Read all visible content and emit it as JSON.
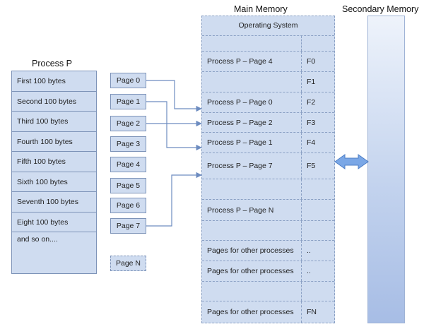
{
  "titles": {
    "process": "Process P",
    "main_memory": "Main Memory",
    "secondary_memory": "Secondary Memory"
  },
  "process_rows": [
    "First 100 bytes",
    "Second 100 bytes",
    "Third 100 bytes",
    "Fourth 100 bytes",
    "Fifth 100 bytes",
    "Sixth 100 bytes",
    "Seventh 100 bytes",
    "Eight 100 bytes",
    "and so on...."
  ],
  "pages": [
    "Page 0",
    "Page 1",
    "Page 2",
    "Page 3",
    "Page 4",
    "Page 5",
    "Page 6",
    "Page 7",
    "Page N"
  ],
  "main_memory": {
    "os_label": "Operating System",
    "rows": [
      {
        "label": "",
        "frame": ""
      },
      {
        "label": "Process P – Page 4",
        "frame": "F0"
      },
      {
        "label": "",
        "frame": "F1"
      },
      {
        "label": "Process P – Page 0",
        "frame": "F2"
      },
      {
        "label": "Process P – Page 2",
        "frame": "F3"
      },
      {
        "label": "Process P – Page 1",
        "frame": "F4"
      },
      {
        "label": "Process P – Page 7",
        "frame": "F5"
      },
      {
        "label": "",
        "frame": ""
      },
      {
        "label": "Process P – Page N",
        "frame": ""
      },
      {
        "label": "",
        "frame": ""
      },
      {
        "label": "Pages for other processes",
        "frame": ".."
      },
      {
        "label": "Pages for other processes",
        "frame": ".."
      },
      {
        "label": "",
        "frame": ""
      },
      {
        "label": "Pages for other processes",
        "frame": "FN"
      }
    ]
  },
  "colors": {
    "box_fill": "#cfdcf0",
    "box_border": "#7d93b8",
    "connector": "#6d8cc0",
    "swap_arrow": "#5b8ed6"
  }
}
